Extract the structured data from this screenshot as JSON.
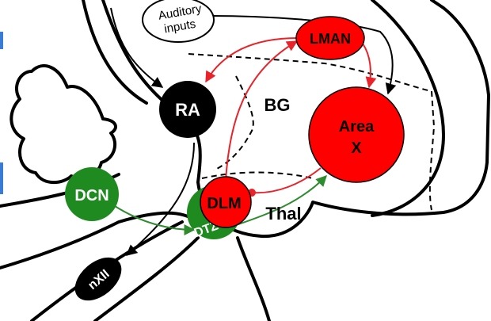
{
  "nodes": {
    "auditory": {
      "line1": "Auditory",
      "line2": "inputs"
    },
    "lman": {
      "label": "LMAN"
    },
    "ra": {
      "label": "RA"
    },
    "area_x": {
      "line1": "Area",
      "line2": "X"
    },
    "dlm": {
      "label": "DLM"
    },
    "dcn": {
      "label": "DCN"
    },
    "dtz": {
      "label": "DTZ"
    },
    "nxii": {
      "label": "nXII"
    }
  },
  "regions": {
    "bg": "BG",
    "thal": "Thal"
  },
  "colors": {
    "red": "#ff0000",
    "green": "#1f8a1f",
    "black": "#000000",
    "red_arrow": "#e8242a",
    "green_arrow": "#2e8b2e"
  }
}
